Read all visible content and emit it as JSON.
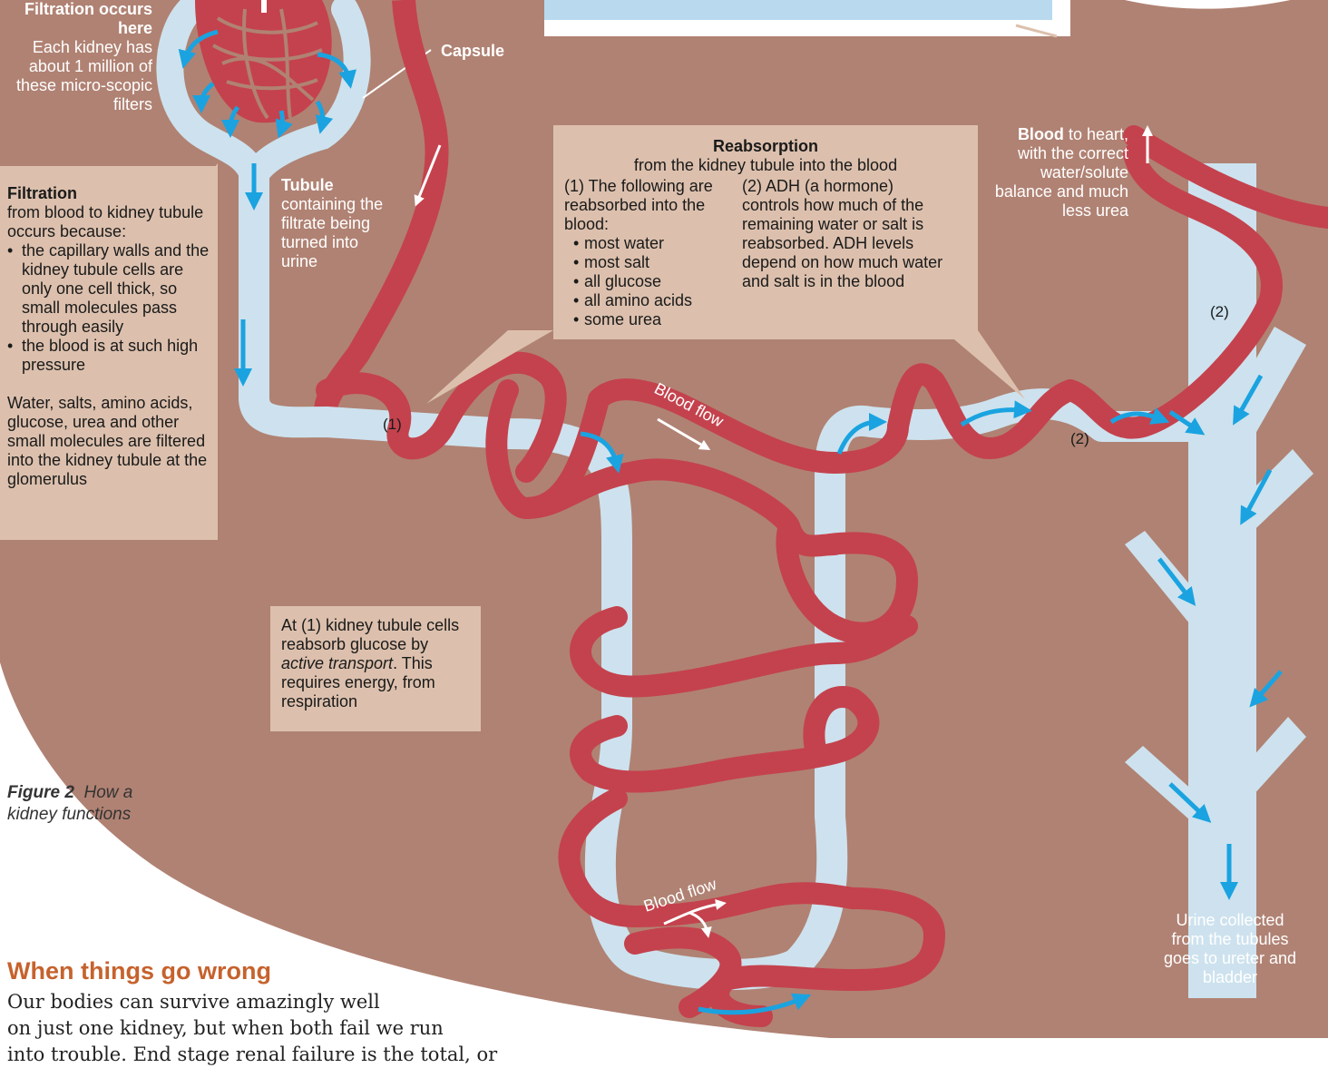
{
  "filtration_site": {
    "title": "Filtration occurs here",
    "text": "Each kidney has about 1 million of these micro-scopic filters"
  },
  "capsule_label": "Capsule",
  "tubule": {
    "title": "Tubule",
    "text": "containing the filtrate being turned into urine"
  },
  "filtration_box": {
    "title": "Filtration",
    "intro": "from blood to kidney tubule occurs because:",
    "points": [
      "the capillary walls and the kidney tubule cells are only one cell thick, so small molecules pass through easily",
      "the blood is at such high pressure"
    ],
    "summary": "Water, salts, amino acids, glucose, urea and other small molecules are filtered into the kidney tubule at the glomerulus"
  },
  "reabsorption_box": {
    "title": "Reabsorption",
    "subtitle": "from the kidney tubule into the blood",
    "col1_intro": "(1) The following are reabsorbed into the blood:",
    "items": [
      "most water",
      "most salt",
      "all glucose",
      "all amino acids",
      "some urea"
    ],
    "col2_text": "(2) ADH (a hormone) controls how much of the remaining water or salt is reabsorbed. ADH levels depend on how much water and salt is in the blood"
  },
  "blood_to_heart": {
    "title": "Blood",
    "text": "to heart, with the correct water/solute balance and much less urea"
  },
  "labels": {
    "one": "(1)",
    "two_a": "(2)",
    "two_b": "(2)",
    "blood_flow_a": "Blood flow",
    "blood_flow_b": "Blood flow"
  },
  "active_transport": {
    "pre": "At (1) kidney tubule cells reabsorb glucose by ",
    "em": "active transport",
    "post": ". This requires energy, from respiration"
  },
  "urine_label": "Urine collected from the tubules goes to ureter and bladder",
  "figure_caption": {
    "label": "Figure 2",
    "text": "How a kidney functions"
  },
  "section_heading": "When things go wrong",
  "body_lines": [
    "Our bodies can survive amazingly well",
    "on just one kidney, but when both fail we run",
    "into trouble. End stage renal failure is the total, or"
  ],
  "colors": {
    "background": "#b08273",
    "tubule": "#cde2ee",
    "blood_vessel": "#c4424d",
    "arrow": "#1aa3e0",
    "callout": "#dcc0ad",
    "heading": "#c6622d"
  }
}
